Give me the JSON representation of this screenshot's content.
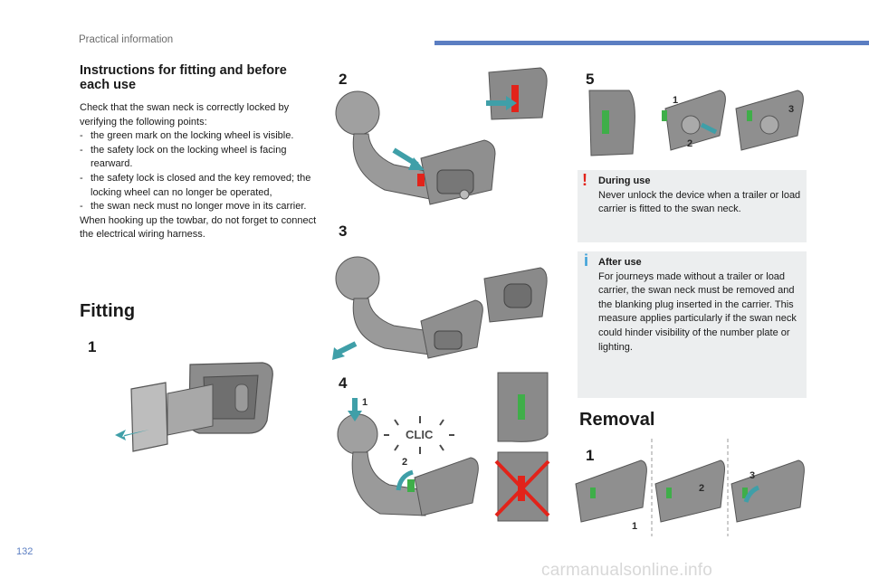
{
  "header": {
    "section_title": "Practical information"
  },
  "left": {
    "heading": "Instructions for fitting and before each use",
    "intro": "Check that the swan neck is correctly locked by verifying the following points:",
    "checks": [
      "the green mark on the locking wheel is visible.",
      "the safety lock on the locking wheel is facing rearward.",
      "the safety lock is closed and the key removed; the locking wheel can no longer be operated,",
      "the swan neck must no longer move in its carrier."
    ],
    "closing": "When hooking up the towbar, do not forget to connect the electrical wiring harness.",
    "fitting_heading": "Fitting"
  },
  "steps": {
    "s1": "1",
    "s2": "2",
    "s3": "3",
    "s4": "4",
    "s5": "5",
    "removal1": "1"
  },
  "callouts": {
    "c1": "1",
    "c2": "2",
    "c3": "3",
    "clic": "CLIC"
  },
  "notes": {
    "during": {
      "icon": "!",
      "title": "During use",
      "text": "Never unlock the device when a trailer or load carrier is fitted to the swan neck."
    },
    "after": {
      "icon": "i",
      "title": "After use",
      "text": "For journeys made without a trailer or load carrier, the swan neck must be removed and the blanking plug inserted in the carrier. This measure applies particularly if the swan neck could hinder visibility of the number plate or lighting."
    }
  },
  "removal_heading": "Removal",
  "footer": {
    "page_number": "132",
    "watermark": "carmanualsonline.info"
  },
  "colors": {
    "accent_blue": "#5b7ec2",
    "arrow_teal": "#3f9fa8",
    "warning_red": "#e2231a",
    "info_blue": "#3aa0d8",
    "mark_green": "#3fae49"
  }
}
